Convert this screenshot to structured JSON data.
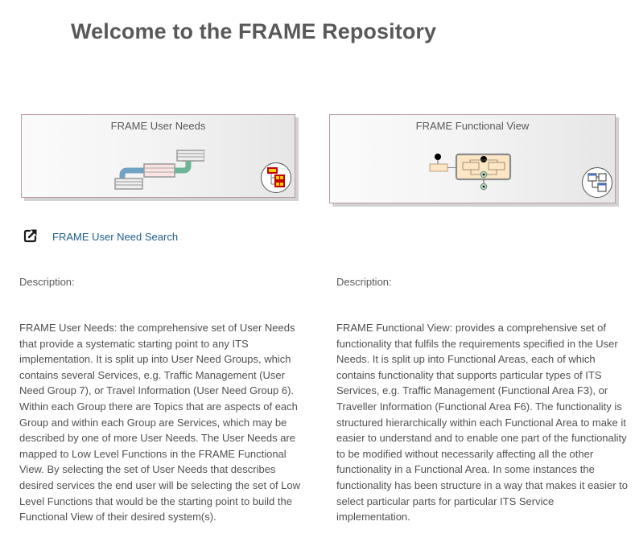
{
  "page": {
    "title": "Welcome to the FRAME Repository"
  },
  "cards": [
    {
      "title": "FRAME User Needs",
      "graphic_icon": "requirements-flow-icon",
      "badge_icon": "package-hierarchy-icon",
      "colors": {
        "accent": "#c00000",
        "fill": "#ffcc00",
        "arrow_left": "#6fa3c4",
        "arrow_right": "#6db597"
      }
    },
    {
      "title": "FRAME Functional View",
      "graphic_icon": "state-machine-icon",
      "badge_icon": "diagram-hierarchy-icon",
      "colors": {
        "accent": "#4472c4",
        "fill": "#fde6c4"
      }
    }
  ],
  "links": {
    "user_need_search": {
      "label": "FRAME User Need Search",
      "icon": "external-link-icon",
      "color": "#1f5d8c"
    }
  },
  "descriptions": {
    "left": {
      "label": "Description:",
      "text": "FRAME User Needs: the comprehensive set of User Needs that  provide a systematic starting point to any ITS implementation. It is split up into User Need Groups, which contains several Services, e.g. Traffic Management (User Need Group 7), or Travel Information (User Need Group 6). Within each Group there are Topics that are aspects of each Group and within each Group are Services, which may be described by one of more User Needs.  The User Needs are mapped to Low Level Functions in the FRAME Functional View. By selecting the set of User Needs that describes desired services the end user will be selecting the set of Low Level Functions that would be the starting point to build the Functional View of their desired system(s)."
    },
    "right": {
      "label": "Description:",
      "text": "FRAME Functional View: provides a comprehensive set of functionality that fulfils the requirements specified in the User Needs.  It is split up into Functional Areas, each of which contains functionality that supports particular types of ITS Services, e.g. Traffic Management (Functional Area F3), or Traveller Information (Functional Area F6).  The functionality is structured hierarchically within each Functional Area to make it easier to understand and to enable one part of the functionality to be modified without necessarily affecting all the other functionality in a Functional Area.  In some instances the functionality has been structure in a way that makes it easier to select particular parts for particular ITS Service implementation."
    }
  }
}
